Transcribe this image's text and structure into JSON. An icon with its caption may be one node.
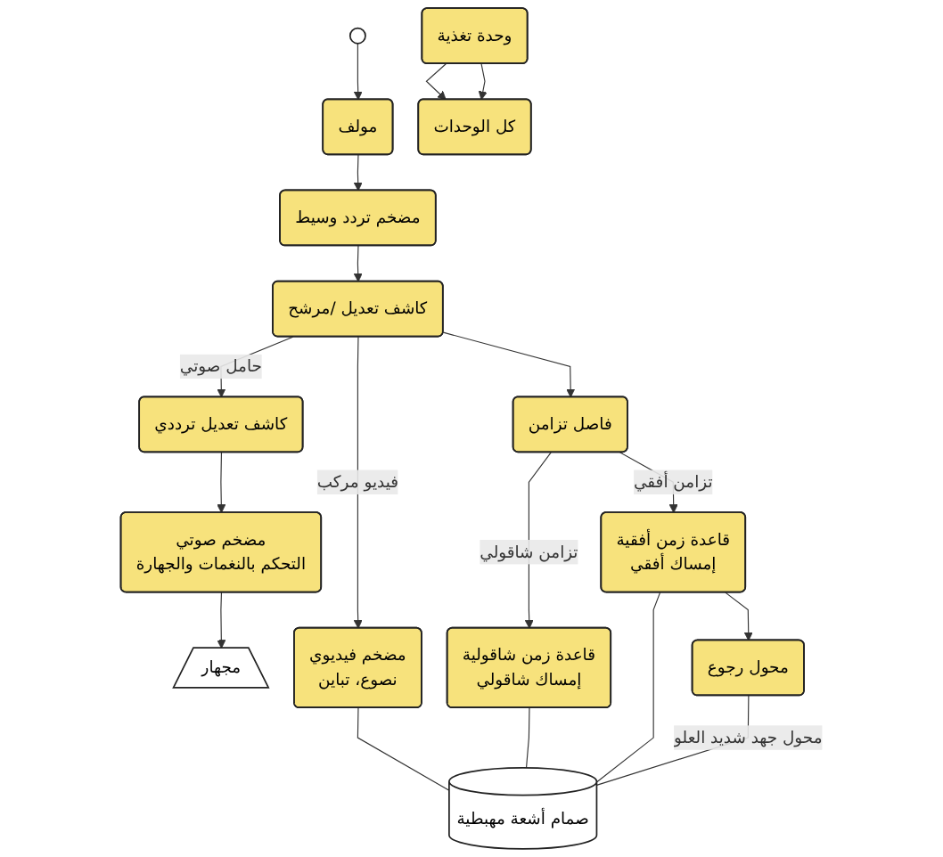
{
  "diagram": {
    "nodes": [
      {
        "text": [],
        "shape": "antenna"
      },
      {
        "text": [
          "مولف"
        ]
      },
      {
        "text": [
          "مضخم تردد وسيط"
        ]
      },
      {
        "text": [
          "كاشف تعديل /مرشح"
        ]
      },
      {
        "text": [
          "كاشف تعديل ترددي"
        ]
      },
      {
        "text": [
          "مضخم صوتي",
          "التحكم بالنغمات والجهارة"
        ]
      },
      {
        "text": [
          "مجهار"
        ]
      },
      {
        "text": [
          "مضخم فيديوي",
          "نصوع، تباين"
        ]
      },
      {
        "text": [
          "صمام أشعة مهبطية"
        ]
      },
      {
        "text": [
          "فاصل تزامن"
        ]
      },
      {
        "text": [
          "قاعدة زمن شاقولية",
          "إمساك شاقولي"
        ]
      },
      {
        "text": [
          "قاعدة زمن أفقية",
          "إمساك أفقي"
        ]
      },
      {
        "text": [
          "محول رجوع"
        ]
      },
      {
        "text": [
          "وحدة تغذية"
        ]
      },
      {
        "text": [
          "كل الوحدات"
        ]
      }
    ],
    "edges": [
      {
        "from": 0,
        "to": 1,
        "arrow": "to"
      },
      {
        "from": 1,
        "to": 2,
        "arrow": "to"
      },
      {
        "from": 2,
        "to": 3,
        "arrow": "to"
      },
      {
        "from": 3,
        "to": 7,
        "arrow": "to",
        "label": "فيديو مركب"
      },
      {
        "from": 3,
        "to": 9,
        "arrow": "to"
      },
      {
        "from": 3,
        "to": 4,
        "arrow": "to",
        "label": "حامل صوتي"
      },
      {
        "from": 4,
        "to": 5,
        "arrow": "to"
      },
      {
        "from": 5,
        "to": 6,
        "arrow": "to"
      },
      {
        "from": 7,
        "to": 8,
        "arrow": "none"
      },
      {
        "from": 9,
        "to": 10,
        "arrow": "to",
        "label": "تزامن شاقولي"
      },
      {
        "from": 9,
        "to": 11,
        "arrow": "to",
        "label": "تزامن أفقي"
      },
      {
        "from": 10,
        "to": 8,
        "arrow": "none"
      },
      {
        "from": 11,
        "to": 12,
        "arrow": "to"
      },
      {
        "from": 11,
        "to": 8,
        "arrow": "none"
      },
      {
        "from": 12,
        "to": 8,
        "arrow": "none",
        "label": "محول جهد شديد العلو"
      },
      {
        "from": 13,
        "to": 14,
        "arrow": "to"
      },
      {
        "from": 13,
        "to": 14,
        "arrow": "to"
      }
    ]
  }
}
